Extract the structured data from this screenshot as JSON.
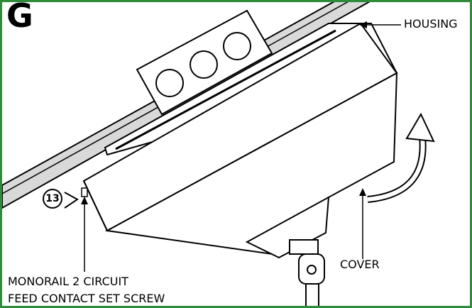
{
  "panel": {
    "letter": "G"
  },
  "labels": {
    "housing": "HOUSING",
    "cover": "COVER",
    "set_screw_line1": "MONORAIL 2 CIRCUIT",
    "set_screw_line2": "FEED CONTACT SET SCREW"
  },
  "callout": {
    "number": "13"
  },
  "colors": {
    "border": "#2e8b3a",
    "rail_fill": "#d9d9d9",
    "stroke": "#000000"
  }
}
